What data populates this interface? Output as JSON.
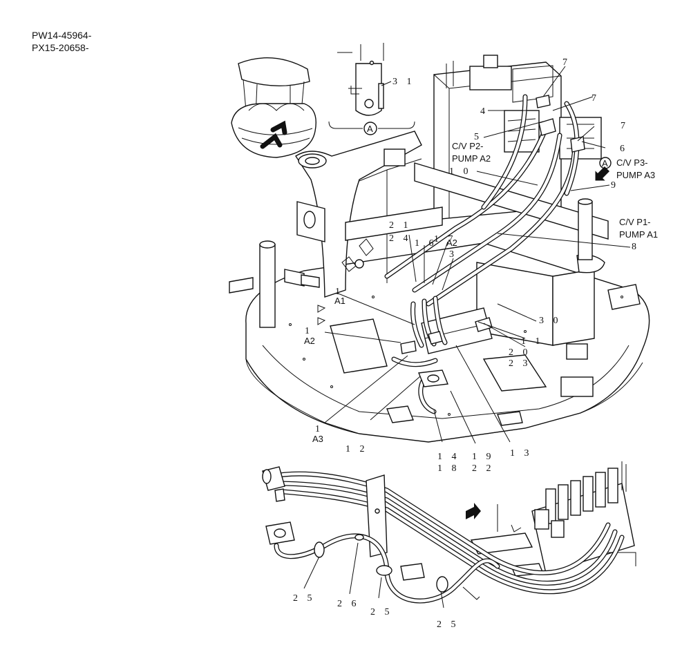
{
  "serials": [
    "PW14-45964-",
    "PX15-20658-"
  ],
  "detail": {
    "marker": "A",
    "part": "3 1"
  },
  "callouts": {
    "n7a": "7",
    "n7b": "7",
    "n7c": "7",
    "n4": "4",
    "n5": "5",
    "n6": "6",
    "n10": "1 0",
    "n9": "9",
    "n8": "8",
    "n21": "2 1",
    "n24": "2 4",
    "n16": "1 6",
    "n17": "1 7",
    "n3": "3",
    "n1a": "1",
    "n1b": "1",
    "n1c": "1",
    "n30": "3 0",
    "n11": "1 1",
    "n20": "2 0",
    "n23": "2 3",
    "n12": "1 2",
    "n14": "1 4",
    "n18": "1 8",
    "n19": "1 9",
    "n22": "2 2",
    "n13": "1 3",
    "n25a": "2 5",
    "n26": "2 6",
    "n25b": "2 5",
    "n25c": "2 5"
  },
  "ports": {
    "a2_top": "A2",
    "a1": "A1",
    "a2_left": "A2",
    "a3": "A3",
    "cv_p2": "C/V P2-",
    "pump_a2": "PUMP A2",
    "cv_p3": "C/V P3-",
    "pump_a3": "PUMP A3",
    "cv_p1": "C/V P1-",
    "pump_a1": "PUMP A1",
    "marker_a": "A"
  }
}
